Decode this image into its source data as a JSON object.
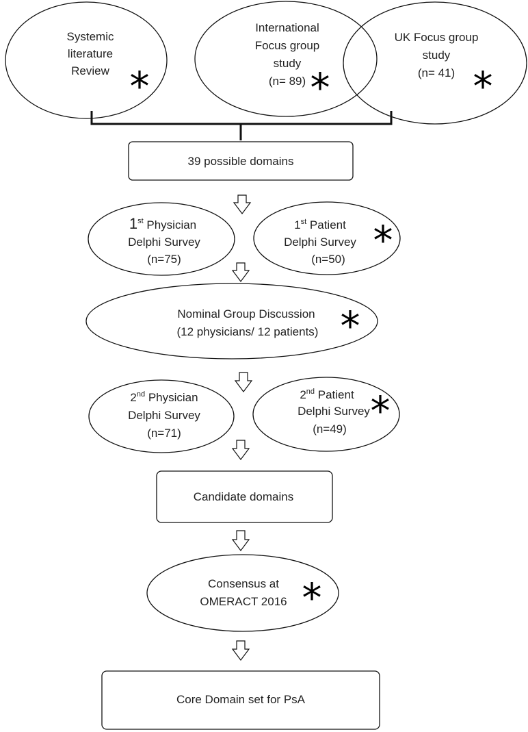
{
  "nodes": {
    "systemic_review": {
      "lines": [
        "Systemic",
        "literature",
        "Review"
      ],
      "marked": true
    },
    "intl_focus": {
      "lines": [
        "International",
        "Focus group",
        "study",
        "(n= 89)"
      ],
      "marked": true
    },
    "uk_focus": {
      "lines": [
        "UK Focus group",
        "study",
        "(n= 41)"
      ],
      "marked": true
    },
    "possible_domains": {
      "text": "39 possible domains"
    },
    "physician_delphi_1": {
      "ordinal_num": "1",
      "ordinal_sup": "st",
      "title_rest": " Physician",
      "lines": [
        "Delphi Survey",
        "(n=75)"
      ],
      "marked": false
    },
    "patient_delphi_1": {
      "ordinal_num": "1",
      "ordinal_sup": "st",
      "title_rest": " Patient",
      "lines": [
        "Delphi Survey",
        "(n=50)"
      ],
      "marked": true
    },
    "nominal_group": {
      "lines": [
        "Nominal Group Discussion",
        "(12 physicians/ 12 patients)"
      ],
      "marked": true
    },
    "physician_delphi_2": {
      "ordinal_num": "2",
      "ordinal_sup": "nd",
      "title_rest": " Physician",
      "lines": [
        "Delphi Survey",
        "(n=71)"
      ],
      "marked": false
    },
    "patient_delphi_2": {
      "ordinal_num": "2",
      "ordinal_sup": "nd",
      "title_rest": " Patient",
      "lines": [
        "Delphi Survey",
        "(n=49)"
      ],
      "marked": true
    },
    "candidate_domains": {
      "text": "Candidate domains"
    },
    "consensus": {
      "lines": [
        "Consensus at",
        "OMERACT 2016"
      ],
      "marked": true
    },
    "core_set": {
      "text": "Core Domain set for PsA"
    }
  },
  "marker_symbol": "*",
  "edges": [
    [
      "systemic_review",
      "possible_domains"
    ],
    [
      "intl_focus",
      "possible_domains"
    ],
    [
      "uk_focus",
      "possible_domains"
    ],
    [
      "possible_domains",
      "physician_delphi_1"
    ],
    [
      "possible_domains",
      "patient_delphi_1"
    ],
    [
      "physician_delphi_1",
      "nominal_group"
    ],
    [
      "patient_delphi_1",
      "nominal_group"
    ],
    [
      "nominal_group",
      "physician_delphi_2"
    ],
    [
      "nominal_group",
      "patient_delphi_2"
    ],
    [
      "physician_delphi_2",
      "candidate_domains"
    ],
    [
      "patient_delphi_2",
      "candidate_domains"
    ],
    [
      "candidate_domains",
      "consensus"
    ],
    [
      "consensus",
      "core_set"
    ]
  ]
}
